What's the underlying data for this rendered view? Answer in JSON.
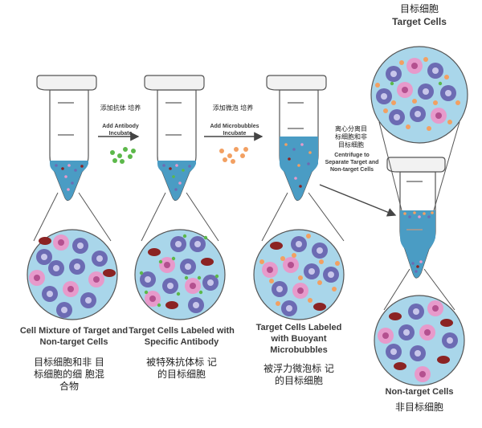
{
  "target_title_cn": "目标细胞",
  "target_title_en": "Target Cells",
  "step1": {
    "cn": "添加抗体 培养",
    "en": "Add Antibody Incubate"
  },
  "step2": {
    "cn": "添加微泡 培养",
    "en": "Add Microbubbles Incubate"
  },
  "step3": {
    "cn": "离心分离目 标细胞和非 目标细胞",
    "en": "Centrifuge to Separate Target and Non-target Cells"
  },
  "label1": {
    "en": "Cell Mixture of Target and Non-target Cells",
    "cn": "目标细胞和非 目标细胞的细 胞混合物"
  },
  "label2": {
    "en": "Target Cells Labeled with Specific Antibody",
    "cn": "被特殊抗体标 记的目标细胞"
  },
  "label3": {
    "en": "Target Cells Labeled with Buoyant Microbubbles",
    "cn": "被浮力微泡标 记的目标细胞"
  },
  "label4": {
    "en": "Non-target Cells",
    "cn": "非目标细胞"
  },
  "colors": {
    "tube_fill": "#4a9cc4",
    "circle_fill": "#a9d6ea",
    "purple_cell": "#6c6bb3",
    "pink_cell": "#e79acb",
    "red_cell": "#8b2323",
    "antibody": "#5cb84a",
    "microbubble": "#f2a062"
  }
}
